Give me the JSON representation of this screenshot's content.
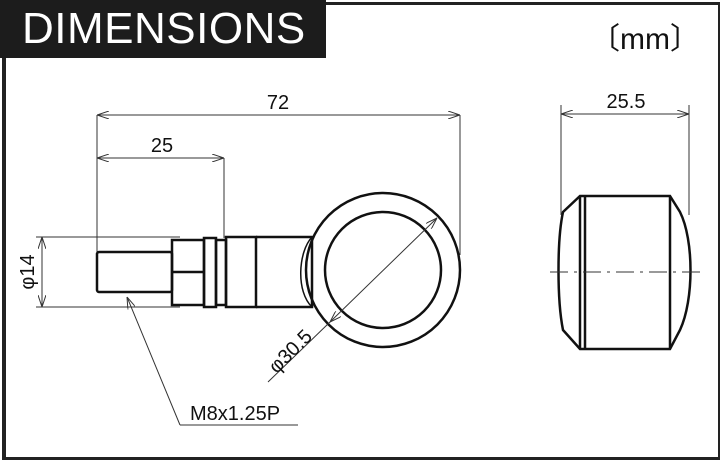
{
  "header": {
    "title": "DIMENSIONS",
    "unit": "〔mm〕"
  },
  "dimensions": {
    "overall_length": "72",
    "thread_length": "25",
    "side_width": "25.5",
    "shaft_diameter": "φ14",
    "ring_diameter": "φ30.5",
    "thread_spec": "M8x1.25P"
  },
  "colors": {
    "title_bg": "#1c1c1c",
    "title_text": "#ffffff",
    "line": "#111111",
    "frame": "#222222"
  }
}
